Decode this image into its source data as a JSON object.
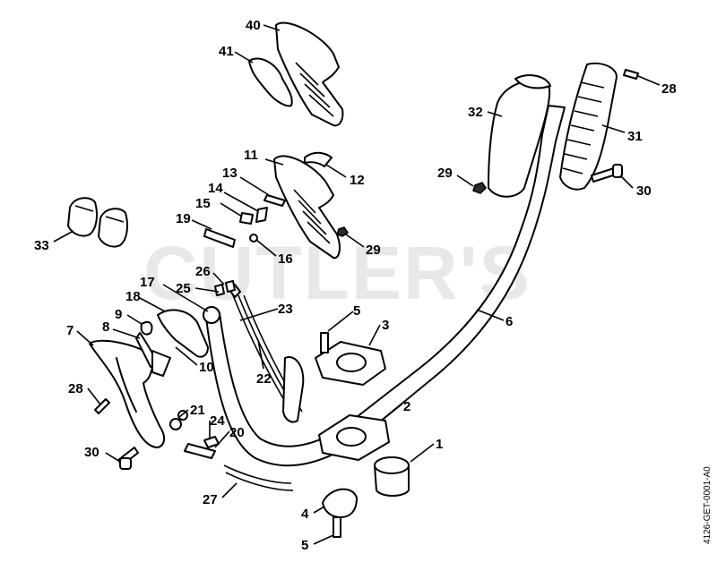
{
  "watermark": "CUTLER'S",
  "drawing_code": "4126-GET-0001-A0",
  "callouts": {
    "c1": "1",
    "c2": "2",
    "c3": "3",
    "c4": "4",
    "c5a": "5",
    "c5b": "5",
    "c6": "6",
    "c7": "7",
    "c8": "8",
    "c9": "9",
    "c10": "10",
    "c11": "11",
    "c12": "12",
    "c13": "13",
    "c14": "14",
    "c15": "15",
    "c16": "16",
    "c17": "17",
    "c18": "18",
    "c19": "19",
    "c20": "20",
    "c21": "21",
    "c22": "22",
    "c23": "23",
    "c24": "24",
    "c25": "25",
    "c26": "26",
    "c27": "27",
    "c28a": "28",
    "c28b": "28",
    "c29a": "29",
    "c29b": "29",
    "c30a": "30",
    "c30b": "30",
    "c31": "31",
    "c32": "32",
    "c33": "33",
    "c40": "40",
    "c41": "41"
  }
}
